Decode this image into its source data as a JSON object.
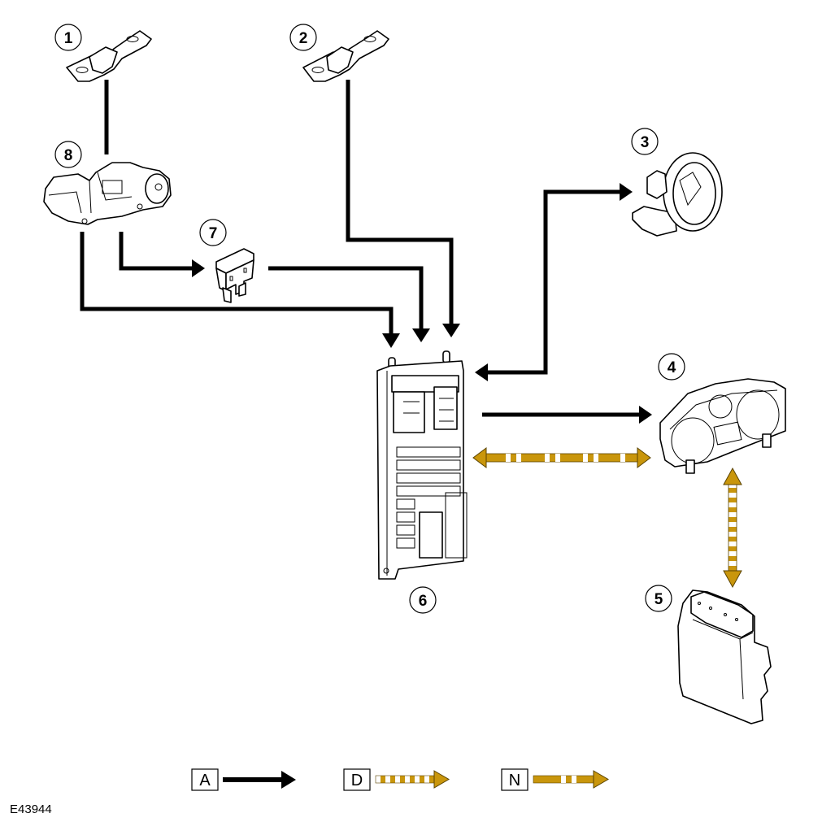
{
  "figure_id": "E43944",
  "colors": {
    "wire_a": "#000000",
    "wire_gold": "#c9960c",
    "wire_gold_outline": "#5a4300"
  },
  "components": [
    {
      "number": "1",
      "icon": "megafuse-icon"
    },
    {
      "number": "2",
      "icon": "megafuse-icon"
    },
    {
      "number": "3",
      "icon": "clockspring-icon"
    },
    {
      "number": "4",
      "icon": "instrument-cluster-icon"
    },
    {
      "number": "5",
      "icon": "control-module-icon"
    },
    {
      "number": "6",
      "icon": "central-junction-box-icon"
    },
    {
      "number": "7",
      "icon": "blade-fuse-icon"
    },
    {
      "number": "8",
      "icon": "ignition-switch-icon"
    }
  ],
  "connections": [
    {
      "from": "1",
      "to": "8",
      "type": "A"
    },
    {
      "from": "8",
      "to": "7",
      "type": "A"
    },
    {
      "from": "8",
      "to": "6",
      "type": "A"
    },
    {
      "from": "7",
      "to": "6",
      "type": "A"
    },
    {
      "from": "2",
      "to": "6",
      "type": "A"
    },
    {
      "from": "6",
      "to": "3",
      "type": "A",
      "bidirectional": true
    },
    {
      "from": "6",
      "to": "4",
      "type": "A"
    },
    {
      "from": "6",
      "to": "4",
      "type": "N",
      "bidirectional": true
    },
    {
      "from": "4",
      "to": "5",
      "type": "D",
      "bidirectional": true
    }
  ],
  "legend": [
    {
      "label": "A",
      "style": "solid-black"
    },
    {
      "label": "D",
      "style": "gold-dashed-dense"
    },
    {
      "label": "N",
      "style": "gold-dashed-sparse"
    }
  ]
}
